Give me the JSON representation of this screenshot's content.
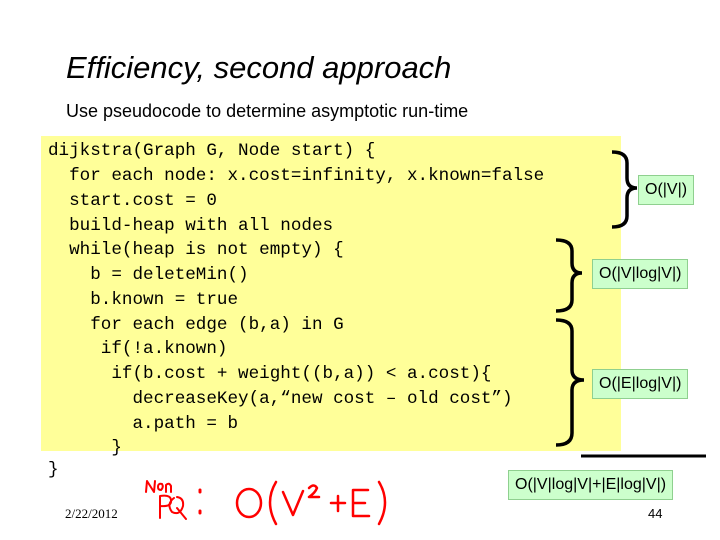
{
  "slide": {
    "title": "Efficiency, second approach",
    "subtitle": "Use pseudocode to determine asymptotic run-time"
  },
  "code": {
    "lines": [
      "dijkstra(Graph G, Node start) {",
      "  for each node: x.cost=infinity, x.known=false",
      "  start.cost = 0",
      "  build-heap with all nodes",
      "  while(heap is not empty) {",
      "    b = deleteMin()",
      "    b.known = true",
      "    for each edge (b,a) in G",
      "     if(!a.known)",
      "      if(b.cost + weight((b,a)) < a.cost){",
      "        decreaseKey(a,“new cost – old cost”)",
      "        a.path = b",
      "      }"
    ],
    "closing": "}"
  },
  "annotations": {
    "init_cost": "O(|V|)",
    "deletemin_cost": "O(|V|log|V|)",
    "edge_cost": "O(|E|log|V|)",
    "total_cost": "O(|V|log|V|+|E|log|V|)"
  },
  "handwriting": {
    "prefix": "Non PQ :",
    "expression": "O(V²+E)",
    "color": "#ff0000"
  },
  "footer": {
    "date": "2/22/2012",
    "page": "44"
  },
  "colors": {
    "code_background": "#ffff99",
    "label_background": "#ccffcc",
    "handwriting": "#ff0000"
  }
}
